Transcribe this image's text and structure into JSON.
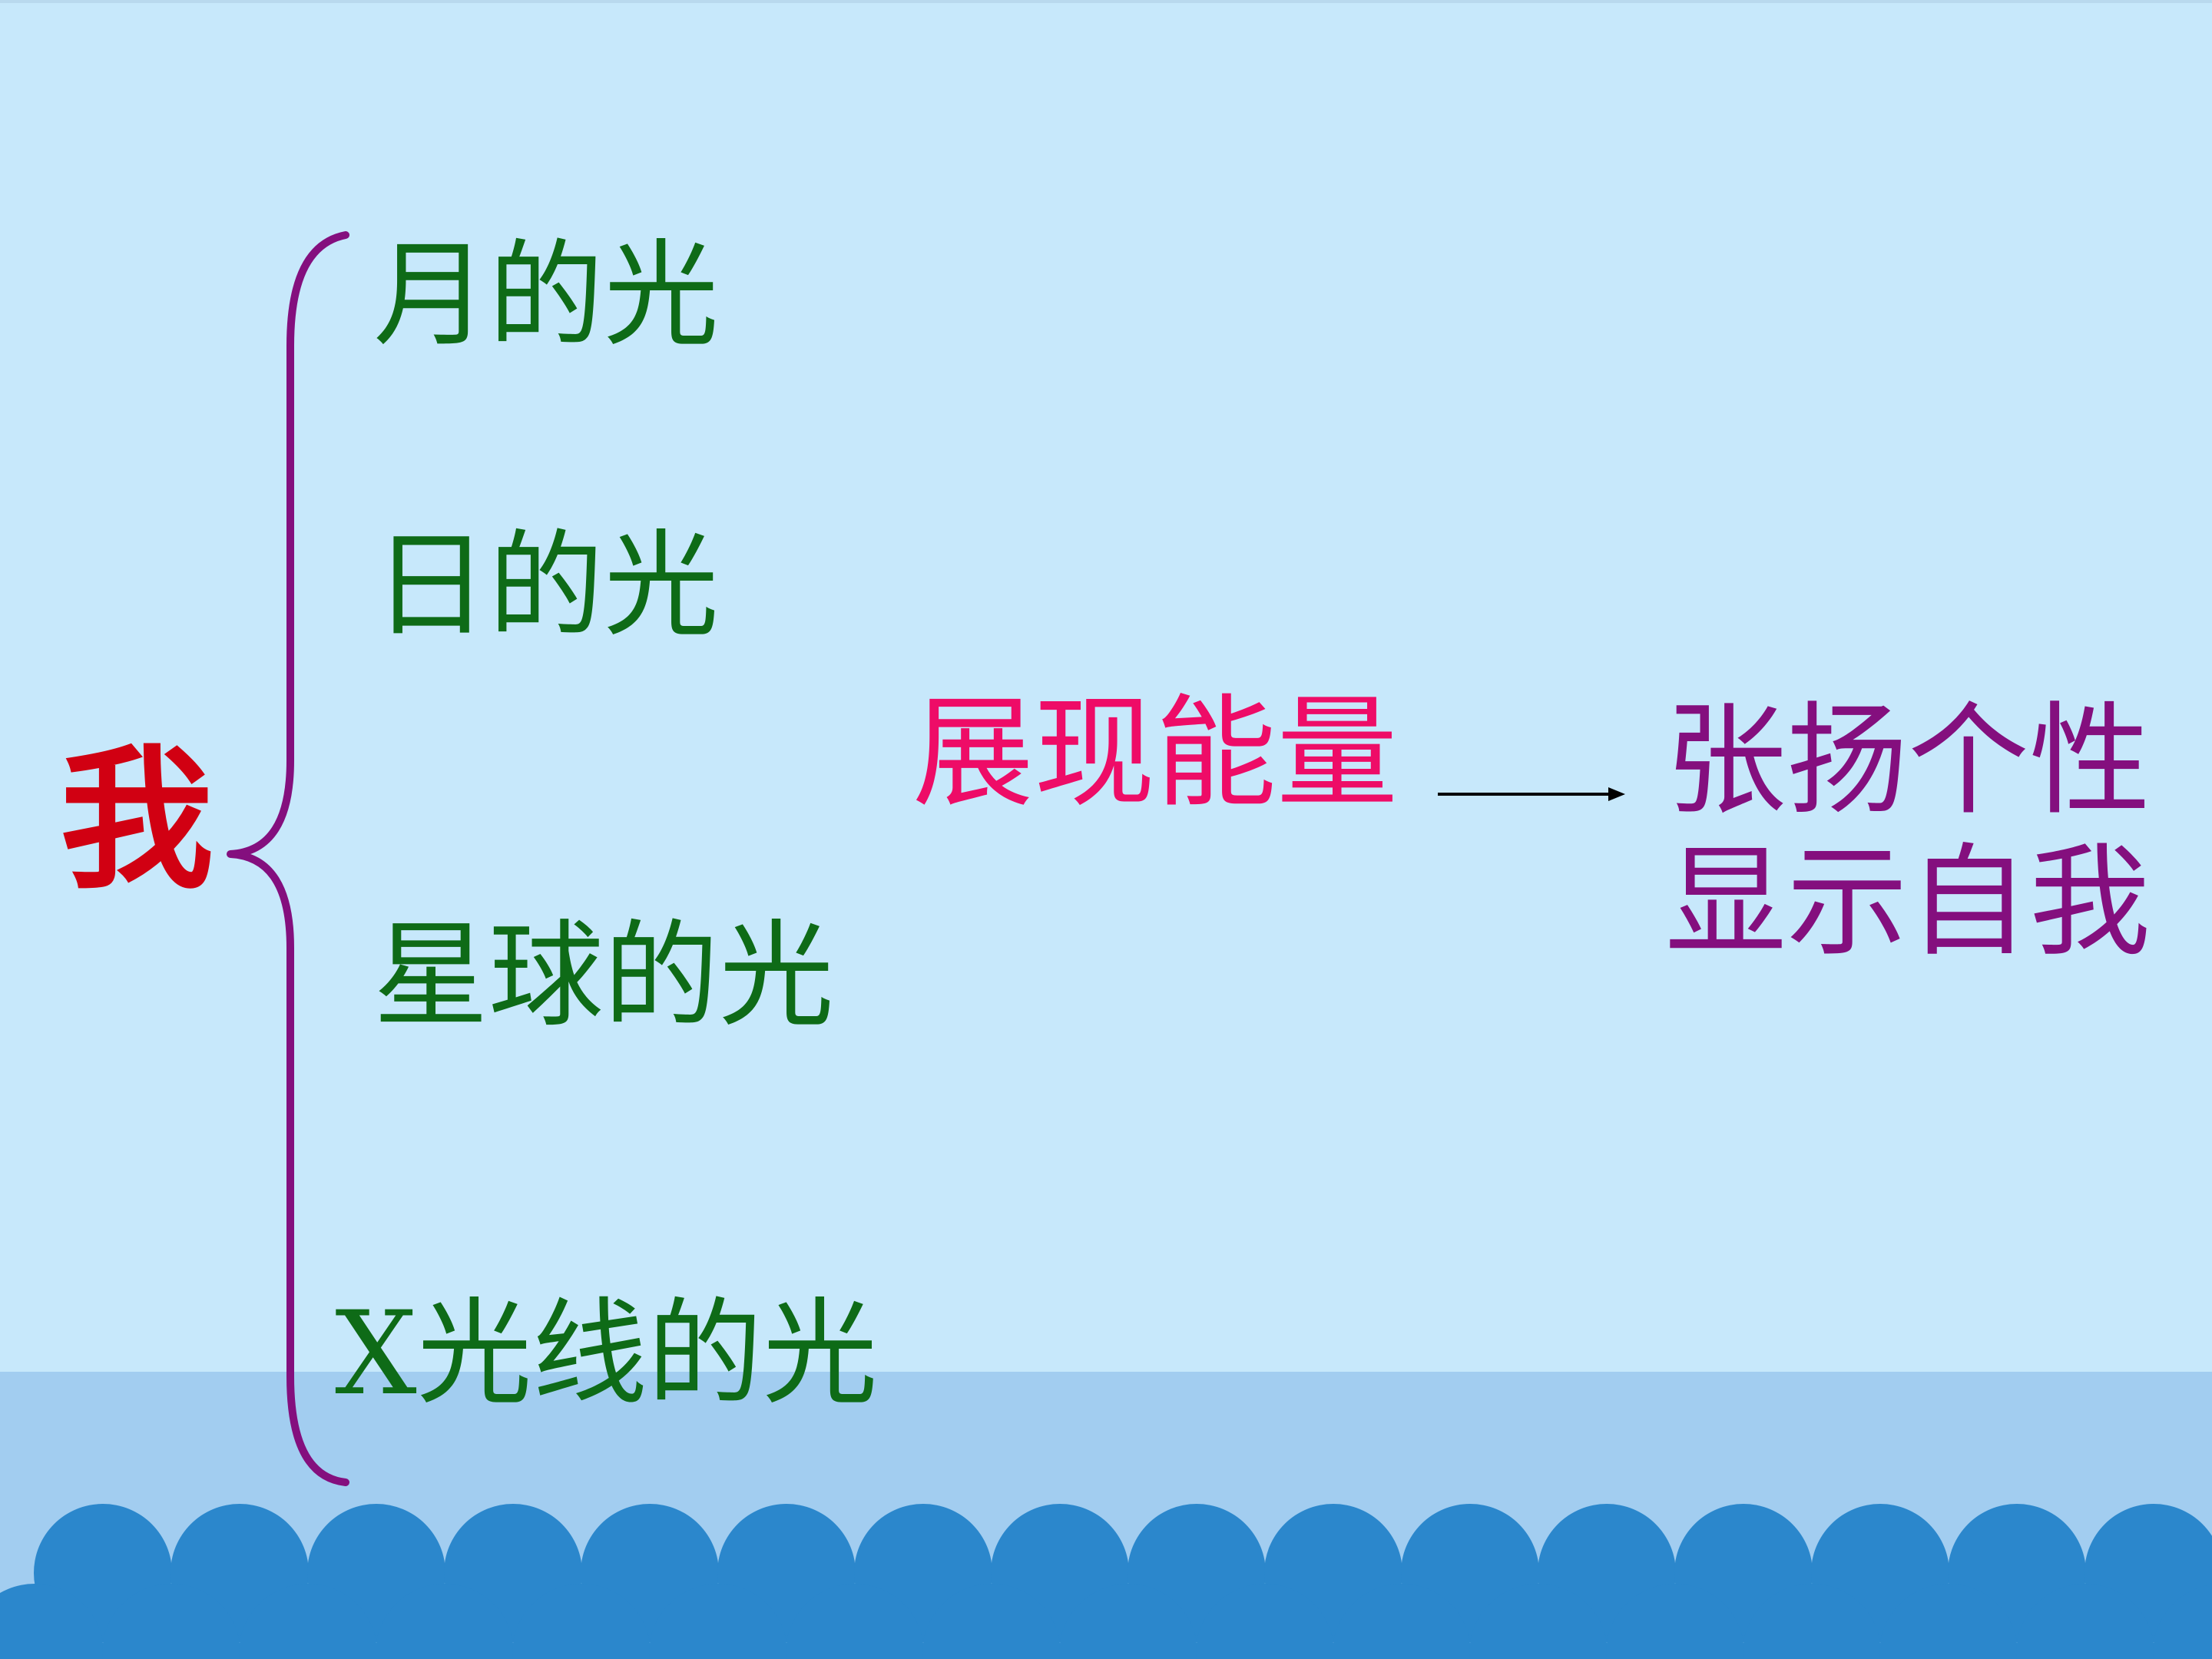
{
  "slide": {
    "root": "我",
    "branches": [
      "月的光",
      "日的光",
      "星球的光",
      "X光线的光"
    ],
    "center": "展现能量",
    "result_lines": [
      "张扬个性",
      "显示自我"
    ]
  },
  "colors": {
    "background": "#c7e8fb",
    "band": "#a2cdf0",
    "waves": "#2b87cc",
    "root": "#d10012",
    "branches": "#0e6b17",
    "brace": "#840f7e",
    "center": "#ee0c67",
    "result": "#840f7e",
    "arrow": "#000000"
  }
}
